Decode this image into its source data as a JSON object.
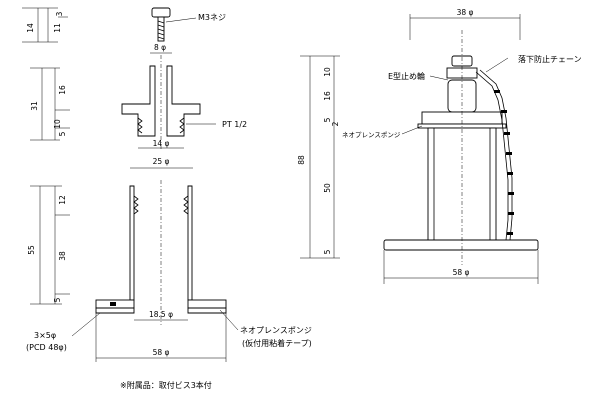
{
  "dimensions": {
    "d14": "14",
    "d11": "11",
    "d3": "3",
    "d31": "31",
    "d16": "16",
    "d10": "10",
    "d5": "5",
    "d12": "12",
    "d55": "55",
    "d38": "38",
    "d88": "88",
    "d50": "50",
    "d2": "2",
    "w8": "8 φ",
    "w14": "14 φ",
    "w25": "25 φ",
    "w18_5": "18.5 φ",
    "w58": "58 φ",
    "w38": "38 φ",
    "w58r": "58 φ",
    "holes": "3×5φ",
    "pcd": "(PCD 48φ)"
  },
  "labels": {
    "m3_screw": "M3ネジ",
    "pt_thread": "PT 1/2",
    "neoprene_sponge": "ネオプレンスポンジ",
    "adhesive_tape": "(仮付用粘着テープ)",
    "e_ring": "E型止め輪",
    "chain": "落下防止チェーン",
    "neoprene_sponge_small": "ネオプレンスポンジ",
    "accessory_note": "※附属品：取付ビス3本付"
  }
}
